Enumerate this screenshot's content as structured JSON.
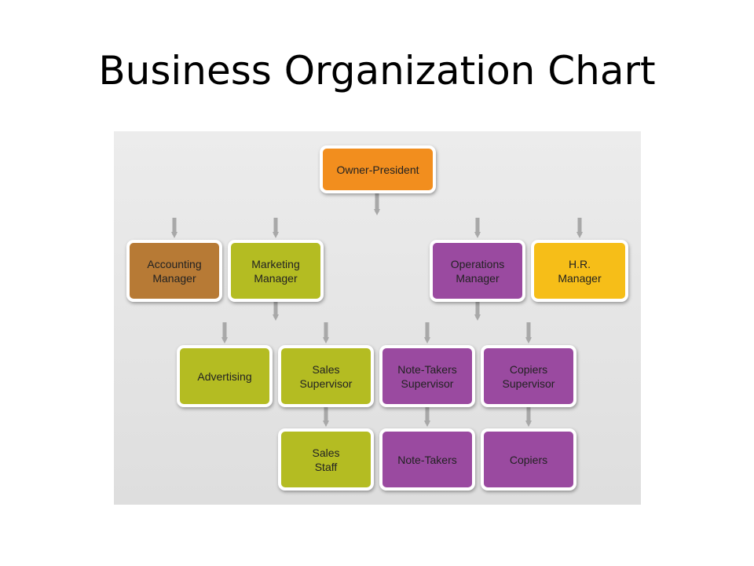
{
  "slide": {
    "title": "Business Organization Chart"
  },
  "colors": {
    "orange": "#f28e1e",
    "brown": "#b77a35",
    "olive": "#b4bc22",
    "purple": "#9a4aa0",
    "yellow": "#f6be18",
    "connector": "#a8a8a8",
    "panel": "#e6e6e6"
  },
  "org": {
    "owner_president": "Owner-President",
    "accounting_manager": "Accounting\nManager",
    "marketing_manager": "Marketing\nManager",
    "operations_manager": "Operations\nManager",
    "hr_manager": "H.R.\nManager",
    "advertising": "Advertising",
    "sales_supervisor": "Sales\nSupervisor",
    "note_takers_supervisor": "Note-Takers\nSupervisor",
    "copiers_supervisor": "Copiers\nSupervisor",
    "sales_staff": "Sales\nStaff",
    "note_takers": "Note-Takers",
    "copiers": "Copiers"
  }
}
